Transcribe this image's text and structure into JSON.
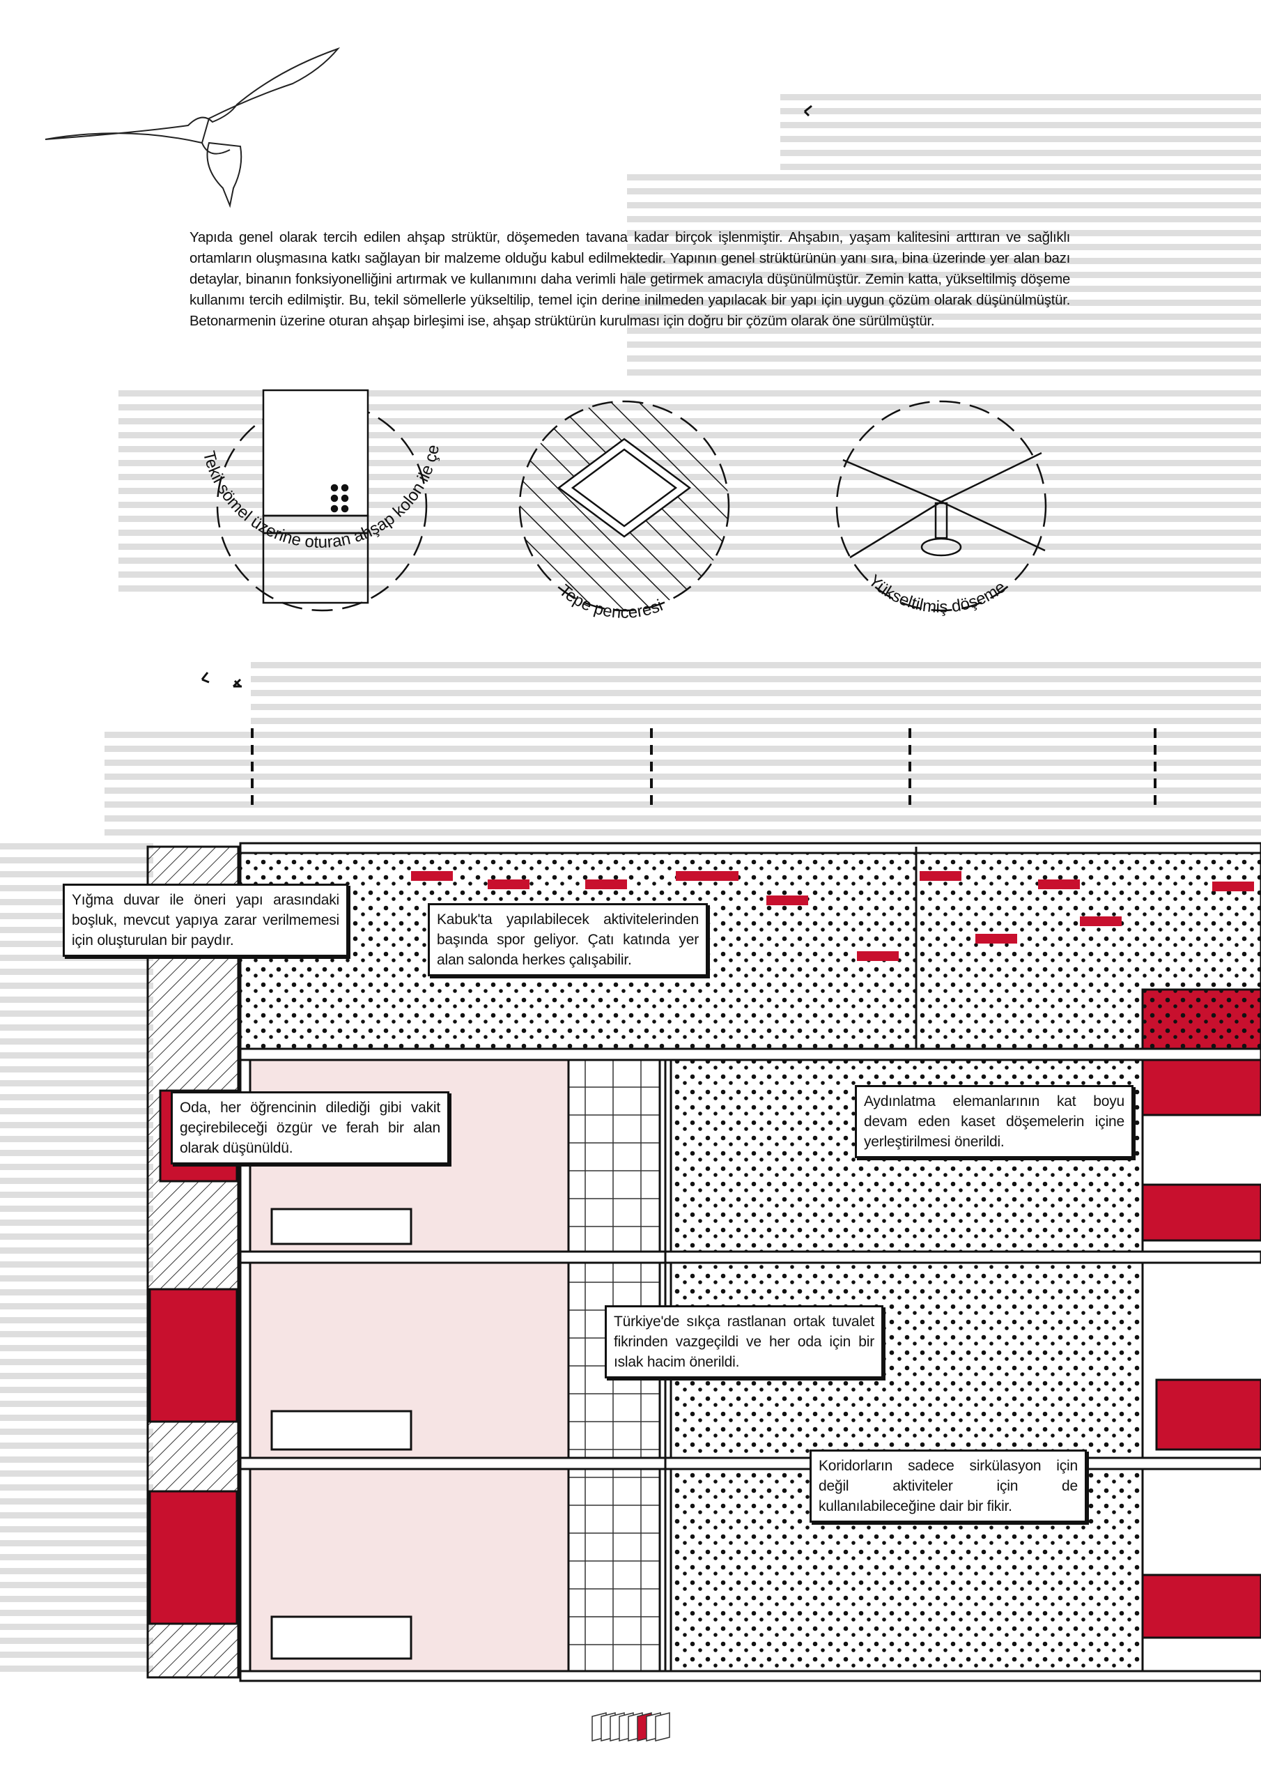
{
  "intro_text": "Yapıda genel olarak tercih edilen ahşap strüktür, döşemeden tavana kadar birçok işlenmiştir. Ahşabın, yaşam kalitesini arttıran ve sağlıklı ortamların oluşmasına katkı sağlayan bir malzeme olduğu kabul edilmektedir. Yapının genel strüktürünün yanı sıra, bina üzerinde yer alan bazı detaylar, binanın fonksiyonelliğini artırmak ve kullanımını daha verimli hale getirmek amacıyla düşünülmüştür. Zemin katta, yükseltilmiş döşeme kullanımı tercih edilmiştir. Bu, tekil sömellerle yükseltilip, temel için derine inilmeden yapılacak bir yapı için uygun çözüm olarak düşünülmüştür. Betonarmenin üzerine oturan ahşap birleşimi ise, ahşap strüktürün kurulması için doğru bir çözüm olarak öne sürülmüştür.",
  "details": [
    {
      "caption": "Tekil sömel üzerine oturan ahşap kolon ile çelik birleşimi",
      "icon": "column-joint-icon"
    },
    {
      "caption": "Tepe penceresi",
      "icon": "skylight-icon"
    },
    {
      "caption": "Yükseltilmiş döşeme",
      "icon": "raised-floor-icon"
    }
  ],
  "callouts": [
    "Yığma duvar ile öneri yapı arasındaki boşluk, mevcut yapıya zarar verilmemesi için oluşturulan bir paydır.",
    "Kabuk'ta yapılabilecek aktivitelerinden başında spor geliyor. Çatı katında yer alan salonda herkes çalışabilir.",
    "Oda, her öğrencinin dilediği gibi vakit geçirebileceği özgür ve ferah bir alan olarak düşünüldü.",
    "Aydınlatma elemanlarının kat boyu devam eden kaset döşemelerin içine yerleştirilmesi önerildi.",
    "Türkiye'de sıkça rastlanan ortak tuvalet fikrinden vazgeçildi ve her oda için bir ıslak hacim önerildi.",
    "Koridorların sadece sirkülasyon için değil aktiviteler için de kullanılabileceğine dair bir fikir."
  ],
  "pager": {
    "total": 8,
    "current": 6
  },
  "colors": {
    "accent": "#c8102e",
    "room": "#f6e4e4",
    "stripe": "#dedede"
  }
}
